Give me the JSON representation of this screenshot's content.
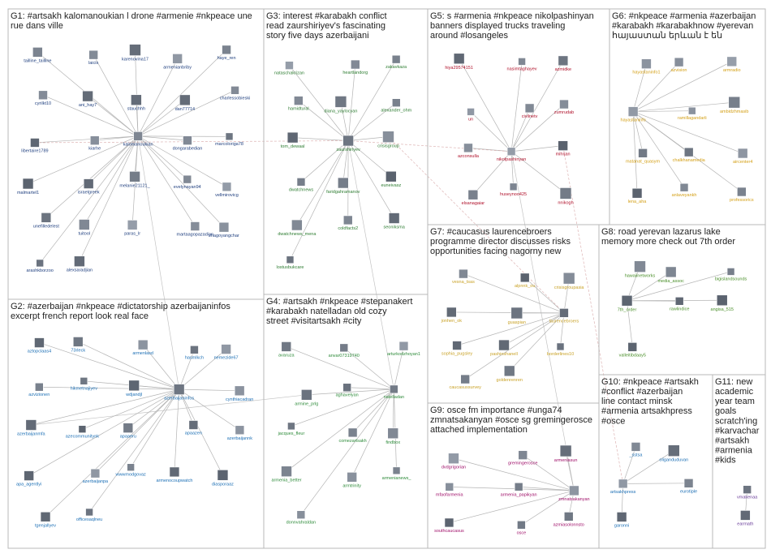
{
  "colors": {
    "background": "#ffffff",
    "box_border": "#b8b8b8",
    "edge": "#b4b4b4",
    "edge_dashed": "#d4a0a0",
    "G1": "#1f3f7f",
    "G2": "#1c6fb5",
    "G3": "#2e7d32",
    "G4": "#2e8b3a",
    "G5": "#b0102a",
    "G6": "#d4a017",
    "G7": "#c9a227",
    "G8": "#4a8f2a",
    "G9": "#a0106a",
    "G10": "#1c6fb5",
    "G11": "#6a3d9a"
  },
  "groups": [
    {
      "id": "G1",
      "title": "G1: #artsakh kalomanoukian l drone #armenie #nkpeace une rue dans ville",
      "nodes": [
        "tailline_tailline",
        "laicis",
        "karenovina17",
        "armenianbriby",
        "haye_ren",
        "cyrilkt10",
        "ani_hay7",
        "stauchhh",
        "dan77714",
        "charlessobieski",
        "libertaire1789",
        "kiarhe",
        "kalomanoukian",
        "dongarabedian",
        "marcoloriga78",
        "malmartel1",
        "israelgreek",
        "melanie21121_",
        "evelynayan94",
        "vellmirovicg",
        "unefilledelest",
        "tuitool",
        "paras_lr",
        "martaagopazadian",
        "zhagoyangchar",
        "arashkborzoo",
        "alexsaradjian"
      ]
    },
    {
      "id": "G2",
      "title": "G2: #azerbaijan #nkpeace #dictatorship azerbaijaninfos excerpt french report look real face",
      "nodes": [
        "aztopclaas4",
        "73rleck",
        "armenlasd",
        "hasmlkch",
        "nemezide67",
        "azvizionen",
        "hikmetnajiyev",
        "wdjandjl",
        "azerbaijaninfos",
        "cynthiacadran",
        "azerbaijanmfa",
        "azecommunitynk",
        "apaaeru",
        "apaazen",
        "azerbaijannk",
        "apa_agentlyi",
        "azerbaijanpa",
        "wwwmodgovaz",
        "armenocoupwatch",
        "diasporaaz",
        "tgenjallyev",
        "officesaqlneu"
      ]
    },
    {
      "id": "G3",
      "title": "G3: interest #karabakh conflict read zaurshiriyev's fascinating story five days azerbaijani",
      "nodes": [
        "nataschakrizan",
        "heartlandorg",
        "zakavkaza",
        "hamidtural",
        "diana_yaylocyan",
        "alexander_ohm",
        "tom_dewaal",
        "zaurshiriyev",
        "crisisgroup",
        "dwatchnews",
        "faridgahramanov",
        "euneivasz",
        "dwatchnews_mena",
        "coldfacts2",
        "seoniksma",
        "lostusbukcare"
      ]
    },
    {
      "id": "G4",
      "title": "G4: #artsakh #nkpeace #stepanakert #karabakh natelladan old cozy street #visitartsakh #city",
      "nodes": [
        "avaruza",
        "anvar07319740",
        "arturkodzhoyan1",
        "armine_prlg",
        "aghavelyan",
        "natelladan",
        "jacques_fleur",
        "comezartsakh",
        "findbox",
        "armenia_better",
        "armtrinity",
        "armenianews_",
        "donnvahraldan"
      ]
    },
    {
      "id": "G5",
      "title": "G5: s #armenia #nkpeace nikolpashinyan banners displayed trucks traveling around #losangeles",
      "nodes": [
        "hiya29574151",
        "nasimtaghayev",
        "azmidke",
        "un",
        "civilnetv",
        "zumrudab",
        "azconsulla",
        "nikolpashinyan",
        "mihrjan",
        "elsanagaiar",
        "huseynoo425",
        "nnikogh"
      ]
    },
    {
      "id": "G6",
      "title": "G6: #nkpeace #armenia #azerbaijan #karabakh #karabakhnow #yerevan հայաստան երևան է են",
      "nodes": [
        "hayastaninfo1",
        "azvision",
        "armradio",
        "hayastaninfo",
        "ramillagandarli",
        "ambidzhmasib",
        "matanat_quasym",
        "chalkhanamedia",
        "aircenter4",
        "lena_aha",
        "anlaveyankh",
        "professorics"
      ]
    },
    {
      "id": "G7",
      "title": "G7: #caucasus laurencebroers programme director discusses risks opportunities facing nagorny new",
      "nodes": [
        "vesna_tsas",
        "alpnnk_ou",
        "crisisgroupasia",
        "jonhen_ok",
        "guaspian",
        "laurencebroers",
        "sophia_pugsley",
        "pashinshanell",
        "borderlines10",
        "caucasussurvey",
        "goldenrenren"
      ]
    },
    {
      "id": "G8",
      "title": "G8: road yerevan lazarus lake memory more check out 7th order",
      "nodes": [
        "hawaiinetworks",
        "media_assoc",
        "bigislandsounds",
        "7th_order",
        "rawlindice",
        "angisa_515",
        "valleitibdaay5"
      ]
    },
    {
      "id": "G9",
      "title": "G9: osce fm importance #unga74 zmnatsakanyan #osce sg gremingerosce attached implementation",
      "nodes": [
        "dvdgrigorian",
        "gremingerosce",
        "armeniasun",
        "mfaofarmenia",
        "armenia_papikyan",
        "zmnatsakanyan",
        "southcaucasus",
        "osce",
        "azmiasolonnsto"
      ]
    },
    {
      "id": "G10",
      "title": "G10: #nkpeace #artsakh #conflict #azerbaijan line contact minsk #armenia artsakhpress #osce",
      "nodes": [
        "_sstsa",
        "oliganduduvan",
        "artsakhpress",
        "eurotiple",
        "garonni"
      ]
    },
    {
      "id": "G11",
      "title": "G11: new academic year team goals scratch'ing #karvachar #artsakh #armenia #kids",
      "nodes": [
        "vmakenaa",
        "earmath"
      ]
    }
  ]
}
